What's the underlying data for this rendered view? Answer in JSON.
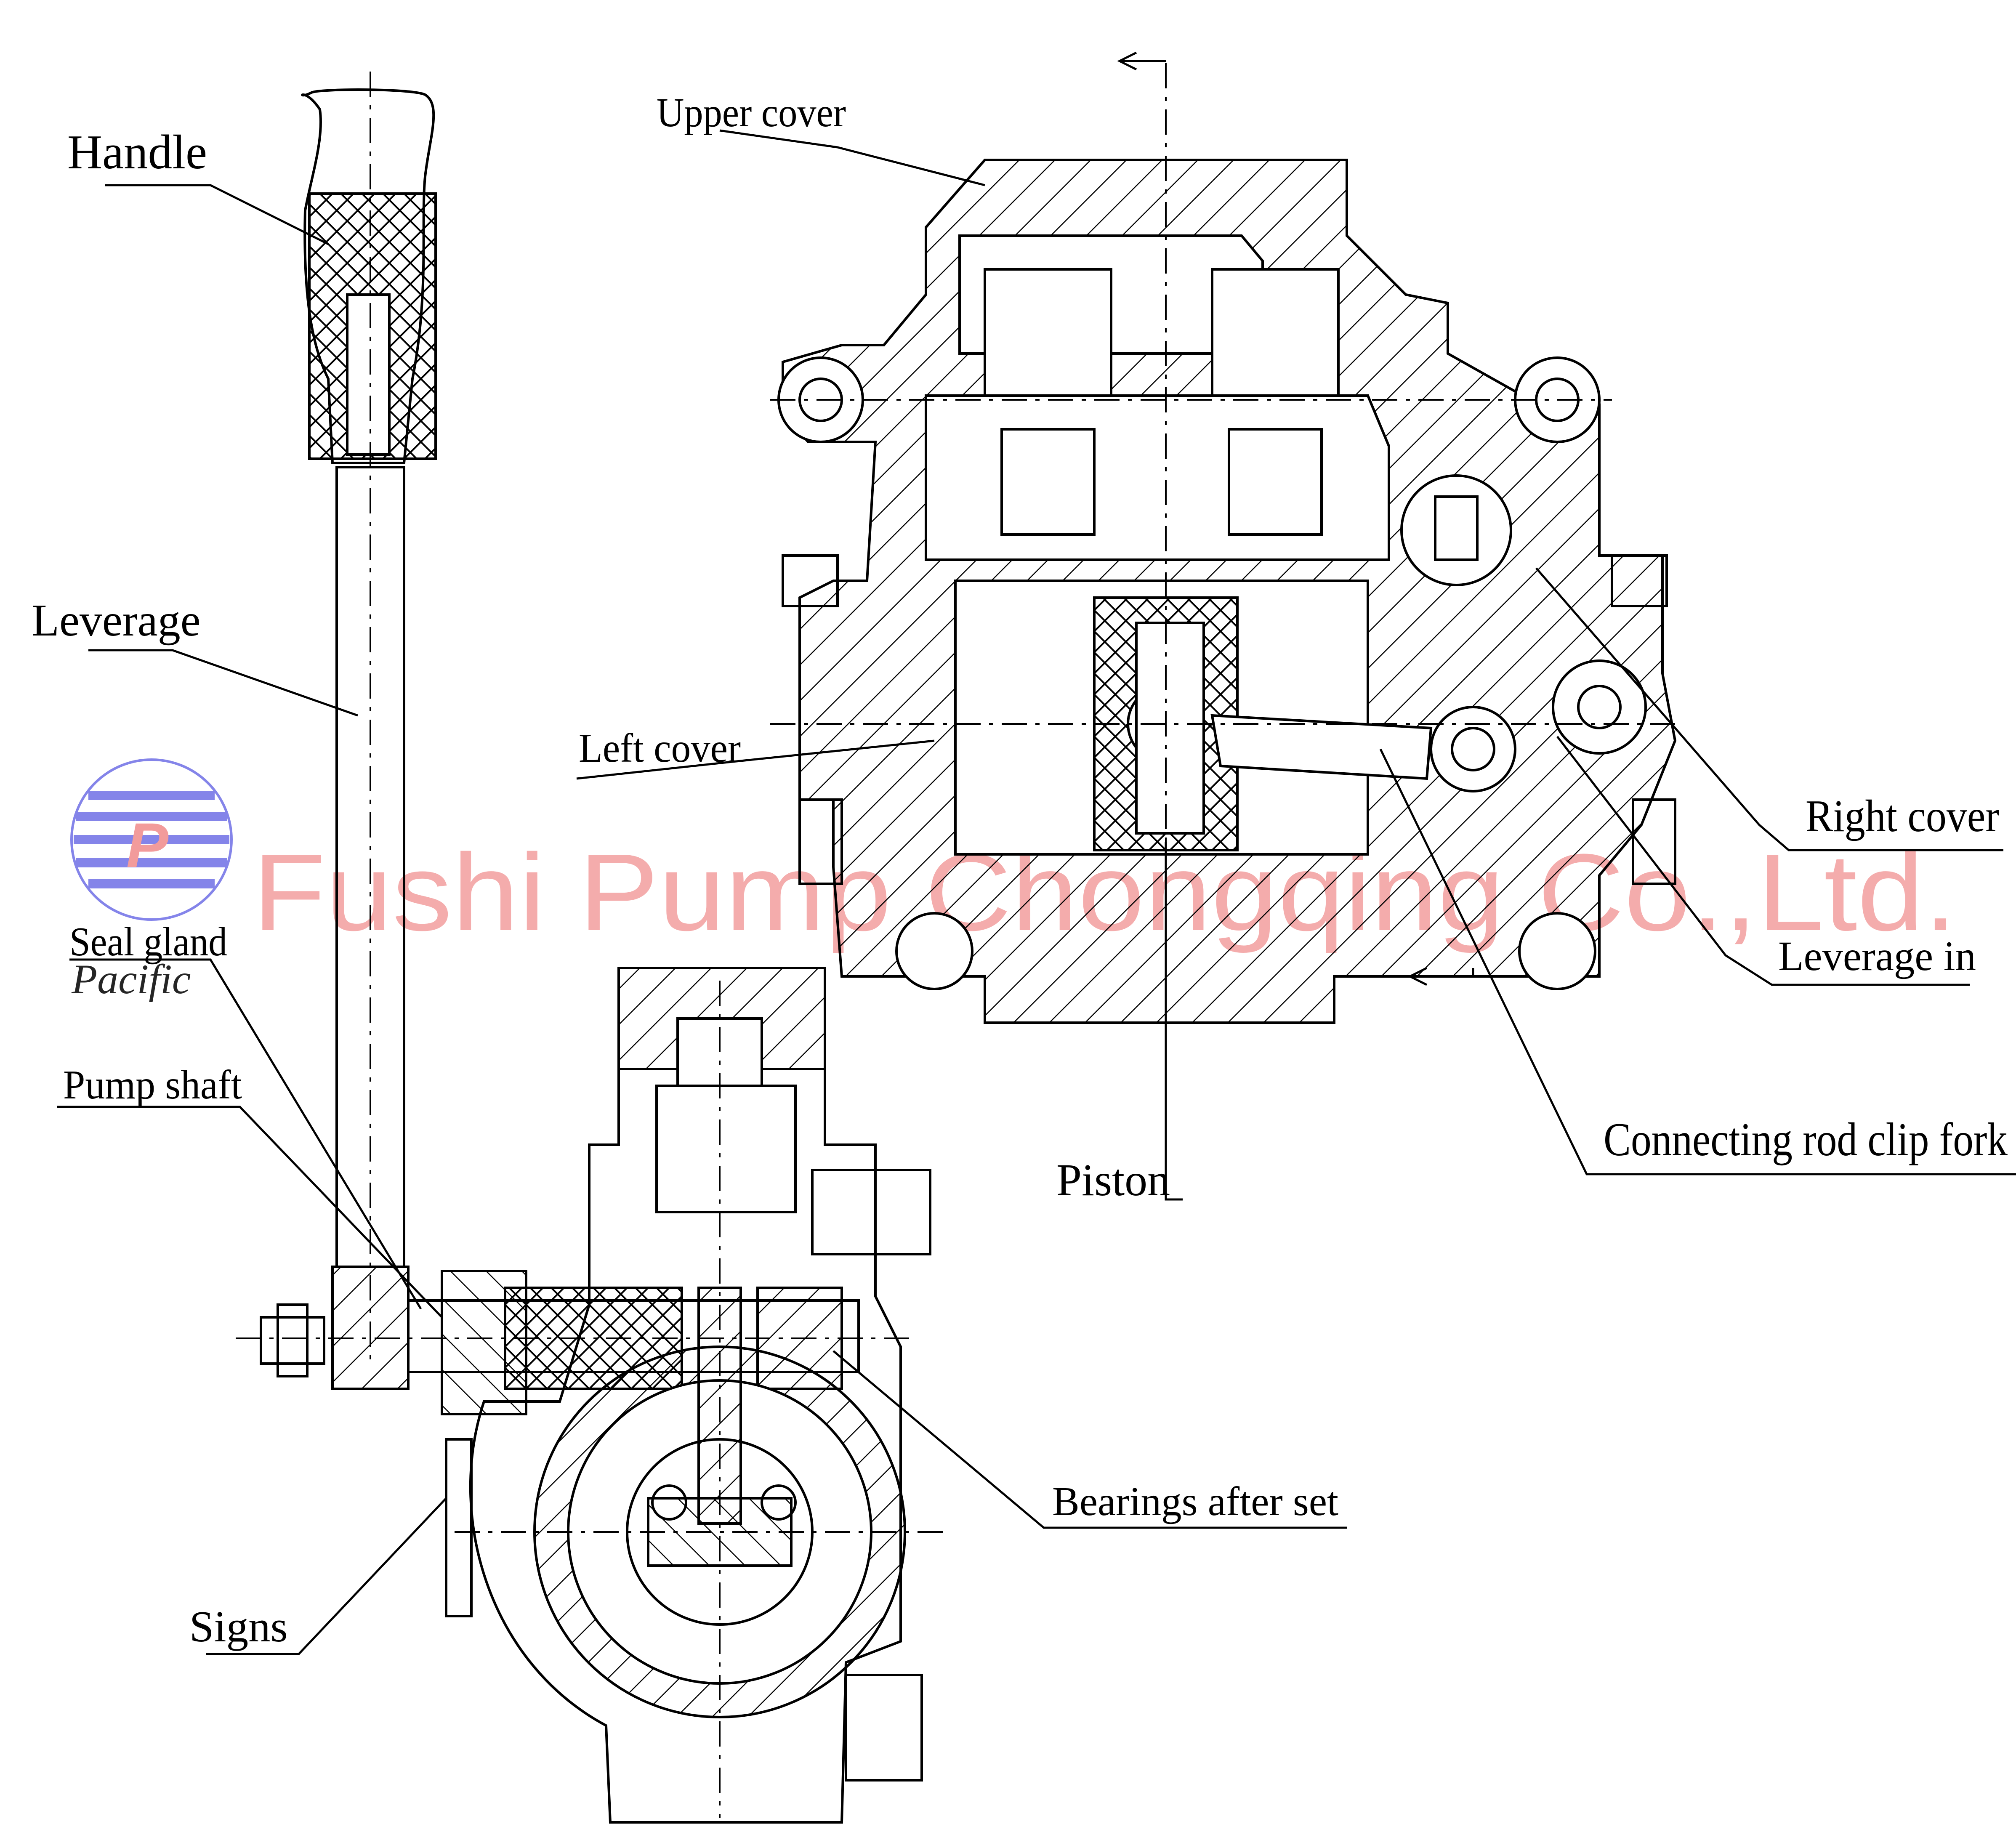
{
  "labels": {
    "handle": "Handle",
    "leverage": "Leverage",
    "seal_gland": "Seal gland",
    "pump_shaft": "Pump shaft",
    "signs": "Signs",
    "upper_cover": "Upper cover",
    "left_cover": "Left cover",
    "right_cover": "Right cover",
    "leverage_in": "Leverage in",
    "connecting_rod_clip_fork": "Connecting rod clip fork",
    "piston": "Piston",
    "bearings_after_set": "Bearings after set"
  },
  "watermark": {
    "company": "Fushi Pump Chongqing Co.,Ltd.",
    "logo_script": "Pacific",
    "color": "#f08a8a",
    "logo_color": "#6f6fe6"
  },
  "colors": {
    "line": "#000000",
    "background": "#ffffff"
  }
}
